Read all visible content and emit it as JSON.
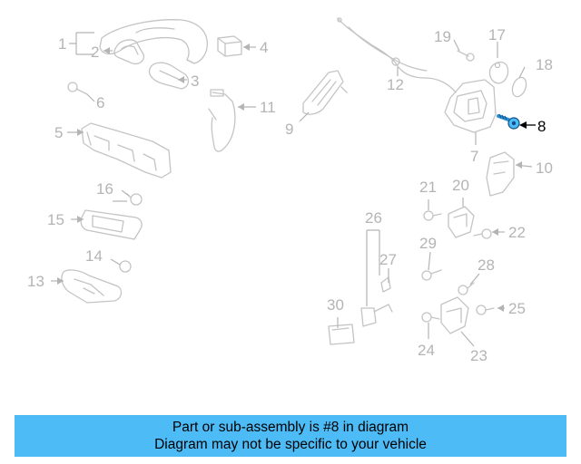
{
  "callouts": [
    "1",
    "2",
    "3",
    "4",
    "5",
    "6",
    "7",
    "8",
    "9",
    "10",
    "11",
    "12",
    "13",
    "14",
    "15",
    "16",
    "17",
    "18",
    "19",
    "20",
    "21",
    "22",
    "23",
    "24",
    "25",
    "26",
    "27",
    "28",
    "29",
    "30"
  ],
  "highlighted_part": "8",
  "banner": {
    "line1": "Part or sub-assembly is #8 in diagram",
    "line2": "Diagram may not be specific to your vehicle"
  },
  "colors": {
    "banner_bg": "#4dbbf5",
    "diagram_line": "#c4c4c4",
    "highlight": "#4dbbf5"
  }
}
